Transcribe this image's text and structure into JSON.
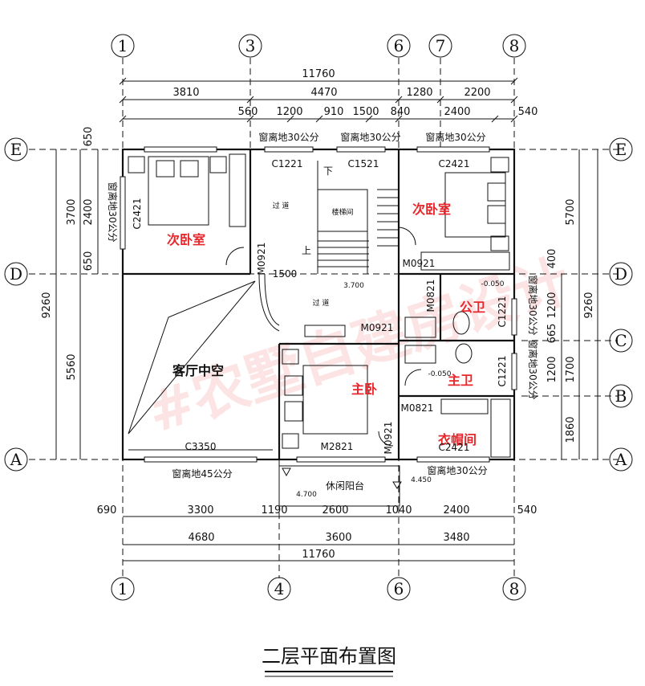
{
  "title": "二层平面布置图",
  "watermark": "#农墅自建房设计",
  "axes": {
    "top": [
      "1",
      "3",
      "6",
      "7",
      "8"
    ],
    "bottom": [
      "1",
      "4",
      "6",
      "8"
    ],
    "left": [
      "E",
      "D",
      "A"
    ],
    "right": [
      "E",
      "D",
      "C",
      "B",
      "A"
    ]
  },
  "dims_top": {
    "total": "11760",
    "row1": [
      "3810",
      "4470",
      "1280",
      "2200"
    ],
    "row2": [
      "560",
      "1200",
      "910",
      "1500",
      "840",
      "2400",
      "540"
    ]
  },
  "dims_bottom": {
    "row1": [
      "690",
      "3300",
      "1190",
      "2600",
      "1040",
      "2400",
      "540"
    ],
    "row2": [
      "4680",
      "3600",
      "3480"
    ],
    "total": "11760"
  },
  "dims_left": {
    "total": "9260",
    "row1": [
      "3700",
      "5560"
    ],
    "row2": [
      "650",
      "2400",
      "650"
    ]
  },
  "dims_right": {
    "total": "9260",
    "row1": [
      "5700"
    ],
    "row2": [
      "400",
      "1200",
      "665",
      "1200",
      "1700",
      "1860"
    ]
  },
  "rooms": {
    "bedroom_w": "次卧室",
    "bedroom_e": "次卧室",
    "living_void": "客厅中空",
    "master": "主卧",
    "public_bath": "公卫",
    "master_bath": "主卫",
    "closet": "衣帽间",
    "corridor_top": "过 道",
    "corridor": "过 道",
    "stairwell": "楼梯间",
    "balcony": "休闲阳台"
  },
  "stair_marks": {
    "down": "下",
    "up": "上"
  },
  "codes": {
    "c1221": "C1221",
    "c1521": "C1521",
    "c2421_top": "C2421",
    "c2421_left": "C2421",
    "c3350": "C3350",
    "c2421_bottom": "C2421",
    "c1221_right": "C1221",
    "c1221_right2": "C1221",
    "m0921_a": "M0921",
    "m0921_b": "M0921",
    "m0921_c": "M0921",
    "m0821_a": "M0821",
    "m0821_b": "M0821",
    "m2821": "M2821",
    "m0921_d": "M0921",
    "dim1500": "1500"
  },
  "notes": {
    "sill30_a": "窗离地30公分",
    "sill30_b": "窗离地30公分",
    "sill30_c": "窗离地30公分",
    "sill30_left": "窗离地30公分",
    "sill30_right": "窗离地30公分",
    "sill30_right2": "窗离地30公分",
    "sill45": "窗离地45公分",
    "sill30_bottom": "窗离地30公分"
  },
  "levels": {
    "corridor": "3.700",
    "public_bath": "-0.050",
    "master_bath": "-0.050",
    "balcony_left": "4.700",
    "balcony_right": "4.450"
  }
}
